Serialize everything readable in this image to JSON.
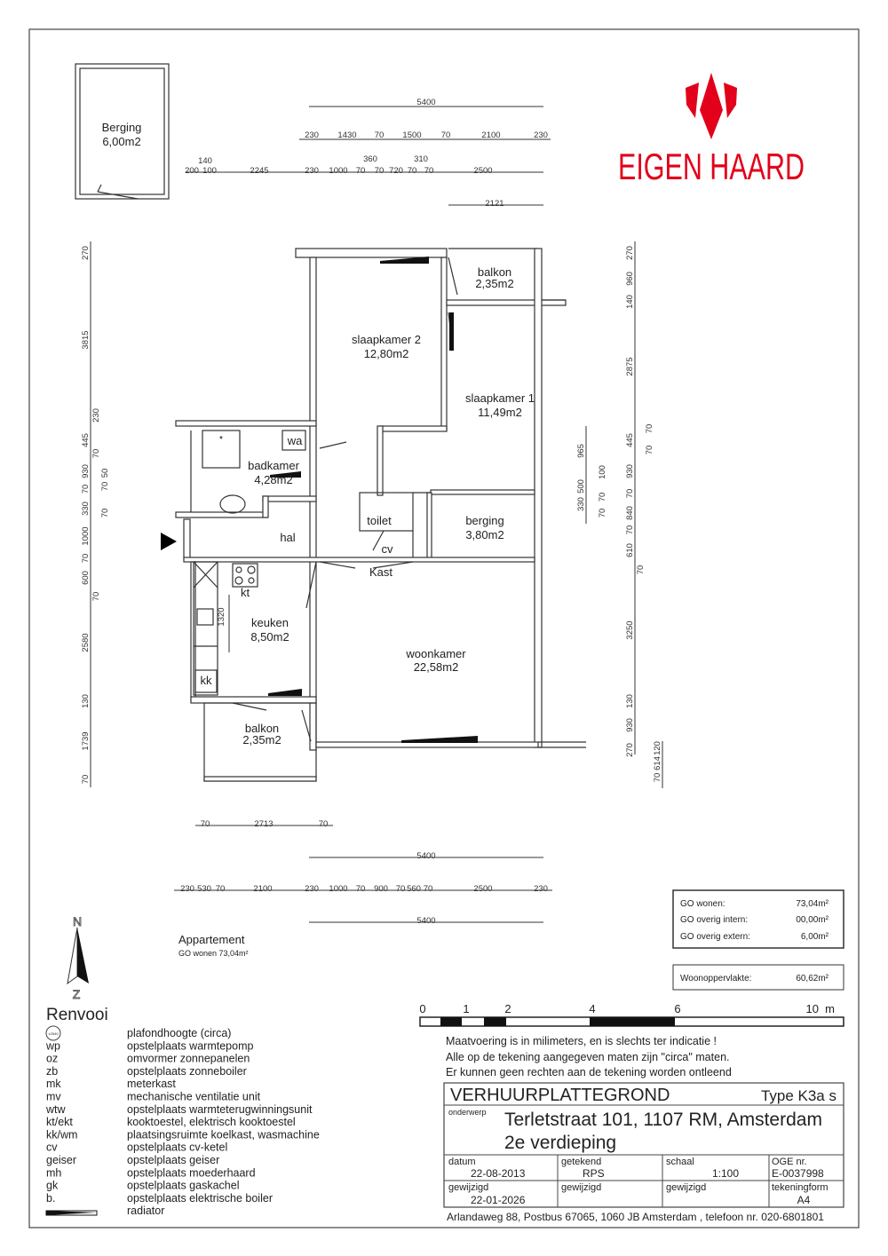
{
  "logo": {
    "brand": "EIGEN HAARD",
    "color": "#e2001a"
  },
  "storage": {
    "name": "Berging",
    "area": "6,00m2"
  },
  "rooms": {
    "slaapkamer2": {
      "name": "slaapkamer 2",
      "area": "12,80m2"
    },
    "balkon_top": {
      "name": "balkon",
      "area": "2,35m2"
    },
    "slaapkamer1": {
      "name": "slaapkamer 1",
      "area": "11,49m2"
    },
    "wa": "wa",
    "badkamer": {
      "name": "badkamer",
      "area": "4,28m2"
    },
    "toilet": "toilet",
    "berging": {
      "name": "berging",
      "area": "3,80m2"
    },
    "hal": "hal",
    "cv": "cv",
    "kast": "Kast",
    "kt": "kt",
    "dim_1320": "1320",
    "keuken": {
      "name": "keuken",
      "area": "8,50m2"
    },
    "woonkamer": {
      "name": "woonkamer",
      "area": "22,58m2"
    },
    "kk": "kk",
    "balkon_bottom": {
      "name": "balkon",
      "area": "2,35m2"
    }
  },
  "dimensions": {
    "top": [
      "5400",
      "230",
      "1430",
      "70",
      "1500",
      "70",
      "2100",
      "230",
      "140",
      "360",
      "310",
      "200",
      "100",
      "2245",
      "230",
      "1000",
      "70",
      "70",
      "720",
      "70",
      "70",
      "2500",
      "2121"
    ],
    "left": [
      "270",
      "3815",
      "230",
      "445",
      "70",
      "930",
      "70",
      "330",
      "70",
      "50",
      "70",
      "1000",
      "70",
      "600",
      "70",
      "2580",
      "130",
      "1739",
      "70"
    ],
    "right": [
      "270",
      "960",
      "140",
      "2875",
      "445",
      "70",
      "70",
      "930",
      "70",
      "840",
      "70",
      "610",
      "70",
      "3250",
      "130",
      "930",
      "270",
      "70",
      "614",
      "120"
    ],
    "middle": [
      "965",
      "500",
      "330",
      "100",
      "70",
      "70"
    ],
    "bottom": [
      "70",
      "2713",
      "70",
      "5400",
      "230",
      "530",
      "70",
      "2100",
      "230",
      "1000",
      "70",
      "900",
      "70",
      "560",
      "70",
      "2500",
      "230",
      "5400"
    ]
  },
  "apartment": {
    "title": "Appartement",
    "go_wonen": "GO wonen  73,04m²"
  },
  "compass": {
    "north": "N",
    "south": "Z"
  },
  "areas": {
    "rows": [
      {
        "label": "GO wonen:",
        "value": "73,04m²"
      },
      {
        "label": "GO overig intern:",
        "value": "00,00m²"
      },
      {
        "label": "GO overig extern:",
        "value": "6,00m²"
      }
    ],
    "woon_label": "Woonoppervlakte:",
    "woon_value": "60,62m²"
  },
  "scale_bar": {
    "ticks": [
      "0",
      "1",
      "2",
      "4",
      "6",
      "10  m"
    ]
  },
  "renvooi": {
    "title": "Renvooi",
    "ceiling_symbol": "±2540",
    "items": [
      {
        "code": "",
        "desc": "plafondhoogte (circa)"
      },
      {
        "code": "wp",
        "desc": "opstelplaats warmtepomp"
      },
      {
        "code": "oz",
        "desc": "omvormer zonnepanelen"
      },
      {
        "code": "zb",
        "desc": "opstelplaats zonneboiler"
      },
      {
        "code": "mk",
        "desc": "meterkast"
      },
      {
        "code": "mv",
        "desc": "mechanische ventilatie unit"
      },
      {
        "code": "wtw",
        "desc": "opstelplaats warmteterugwinningsunit"
      },
      {
        "code": "kt/ekt",
        "desc": "kooktoestel, elektrisch kooktoestel"
      },
      {
        "code": "kk/wm",
        "desc": "plaatsingsruimte koelkast, wasmachine"
      },
      {
        "code": "cv",
        "desc": "opstelplaats cv-ketel"
      },
      {
        "code": "geiser",
        "desc": "opstelplaats geiser"
      },
      {
        "code": "mh",
        "desc": "opstelplaats moederhaard"
      },
      {
        "code": "gk",
        "desc": "opstelplaats gaskachel"
      },
      {
        "code": "b.",
        "desc": "opstelplaats elektrische boiler"
      },
      {
        "code": "",
        "desc": "radiator"
      }
    ]
  },
  "disclaimer": [
    "Maatvoering is in milimeters, en is slechts ter indicatie !",
    "Alle op de tekening aangegeven maten zijn \"circa\" maten.",
    "Er kunnen geen rechten aan de tekening worden ontleend"
  ],
  "title_block": {
    "title": "VERHUURPLATTEGROND",
    "type": "Type K3a s",
    "subject_label": "onderwerp",
    "address": "Terletstraat 101, 1107 RM, Amsterdam",
    "floor": "2e verdieping",
    "cells": [
      {
        "label": "datum",
        "value": "22-08-2013"
      },
      {
        "label": "getekend",
        "value": "RPS"
      },
      {
        "label": "schaal",
        "value": "1:100"
      },
      {
        "label": "OGE nr.",
        "value": "E-0037998"
      },
      {
        "label": "gewijzigd",
        "value": "22-01-2026"
      },
      {
        "label": "gewijzigd",
        "value": ""
      },
      {
        "label": "gewijzigd",
        "value": ""
      },
      {
        "label": "tekeningform",
        "value": "A4"
      }
    ],
    "footer": "Arlandaweg 88, Postbus 67065, 1060 JB Amsterdam , telefoon nr. 020-6801801"
  }
}
